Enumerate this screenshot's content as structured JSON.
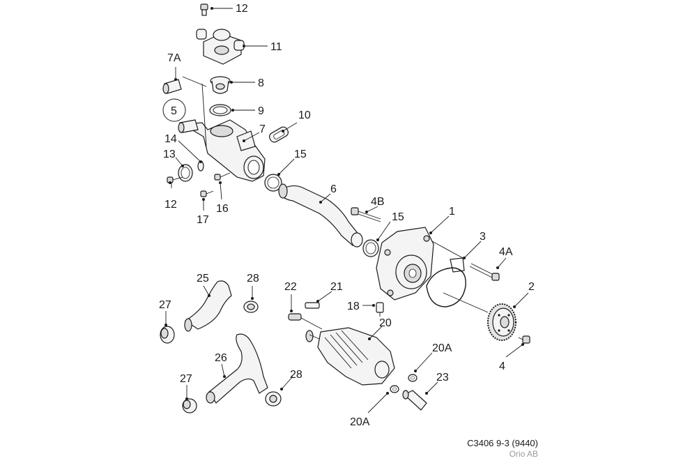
{
  "labels": [
    {
      "id": "l12a",
      "text": "12"
    },
    {
      "id": "l11",
      "text": "11"
    },
    {
      "id": "l7a",
      "text": "7A"
    },
    {
      "id": "l8",
      "text": "8"
    },
    {
      "id": "l5",
      "text": "5"
    },
    {
      "id": "l9",
      "text": "9"
    },
    {
      "id": "l10",
      "text": "10"
    },
    {
      "id": "l7",
      "text": "7"
    },
    {
      "id": "l14",
      "text": "14"
    },
    {
      "id": "l13",
      "text": "13"
    },
    {
      "id": "l15a",
      "text": "15"
    },
    {
      "id": "l12b",
      "text": "12"
    },
    {
      "id": "l16",
      "text": "16"
    },
    {
      "id": "l17",
      "text": "17"
    },
    {
      "id": "l6",
      "text": "6"
    },
    {
      "id": "l4b",
      "text": "4B"
    },
    {
      "id": "l15b",
      "text": "15"
    },
    {
      "id": "l1",
      "text": "1"
    },
    {
      "id": "l3",
      "text": "3"
    },
    {
      "id": "l4a",
      "text": "4A"
    },
    {
      "id": "l2",
      "text": "2"
    },
    {
      "id": "l4",
      "text": "4"
    },
    {
      "id": "l25",
      "text": "25"
    },
    {
      "id": "l28a",
      "text": "28"
    },
    {
      "id": "l27a",
      "text": "27"
    },
    {
      "id": "l22",
      "text": "22"
    },
    {
      "id": "l21",
      "text": "21"
    },
    {
      "id": "l18",
      "text": "18"
    },
    {
      "id": "l20",
      "text": "20"
    },
    {
      "id": "l20a1",
      "text": "20A"
    },
    {
      "id": "l26",
      "text": "26"
    },
    {
      "id": "l28b",
      "text": "28"
    },
    {
      "id": "l27b",
      "text": "27"
    },
    {
      "id": "l23",
      "text": "23"
    },
    {
      "id": "l20a2",
      "text": "20A"
    }
  ],
  "caption": {
    "code": "C3406 9-3 (9440)",
    "copyright": "Orio AB"
  }
}
